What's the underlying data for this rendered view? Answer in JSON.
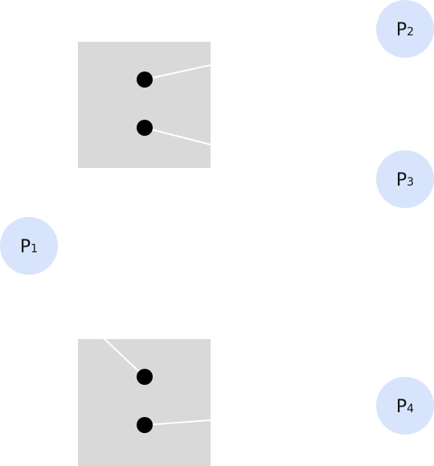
{
  "colors": {
    "background": "#ffffff",
    "node_fill": "#d8e4fb",
    "box_fill": "#d9d9d9",
    "dot_fill": "#000000",
    "line_stroke": "#ffffff"
  },
  "nodes": [
    {
      "id": "p1",
      "letter": "P",
      "index": "1"
    },
    {
      "id": "p2",
      "letter": "P",
      "index": "2"
    },
    {
      "id": "p3",
      "letter": "P",
      "index": "3"
    },
    {
      "id": "p4",
      "letter": "P",
      "index": "4"
    }
  ],
  "boxes": [
    {
      "id": "top-box",
      "dot_count": 2
    },
    {
      "id": "bottom-box",
      "dot_count": 2
    }
  ]
}
